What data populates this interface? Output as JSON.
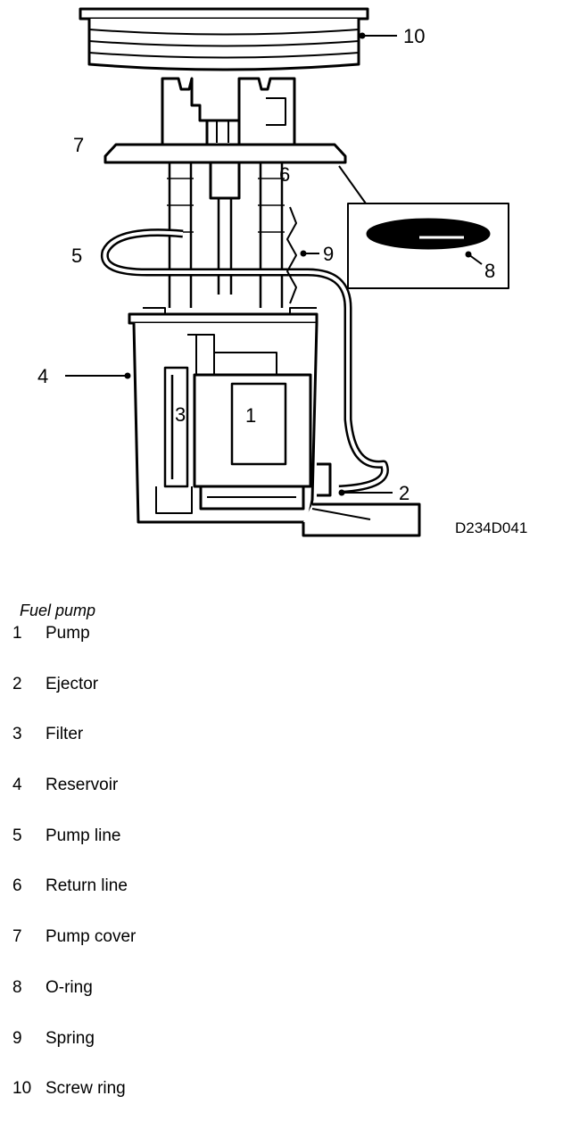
{
  "figure": {
    "doc_id": "D234D041",
    "callouts": [
      "1",
      "2",
      "3",
      "4",
      "5",
      "6",
      "7",
      "8",
      "9",
      "10"
    ]
  },
  "legend": {
    "title": "Fuel pump",
    "items": [
      {
        "num": "1",
        "label": "Pump"
      },
      {
        "num": "2",
        "label": "Ejector"
      },
      {
        "num": "3",
        "label": "Filter"
      },
      {
        "num": "4",
        "label": "Reservoir"
      },
      {
        "num": "5",
        "label": "Pump line"
      },
      {
        "num": "6",
        "label": "Return line"
      },
      {
        "num": "7",
        "label": "Pump cover"
      },
      {
        "num": "8",
        "label": "O-ring"
      },
      {
        "num": "9",
        "label": "Spring"
      },
      {
        "num": "10",
        "label": "Screw ring"
      }
    ]
  }
}
